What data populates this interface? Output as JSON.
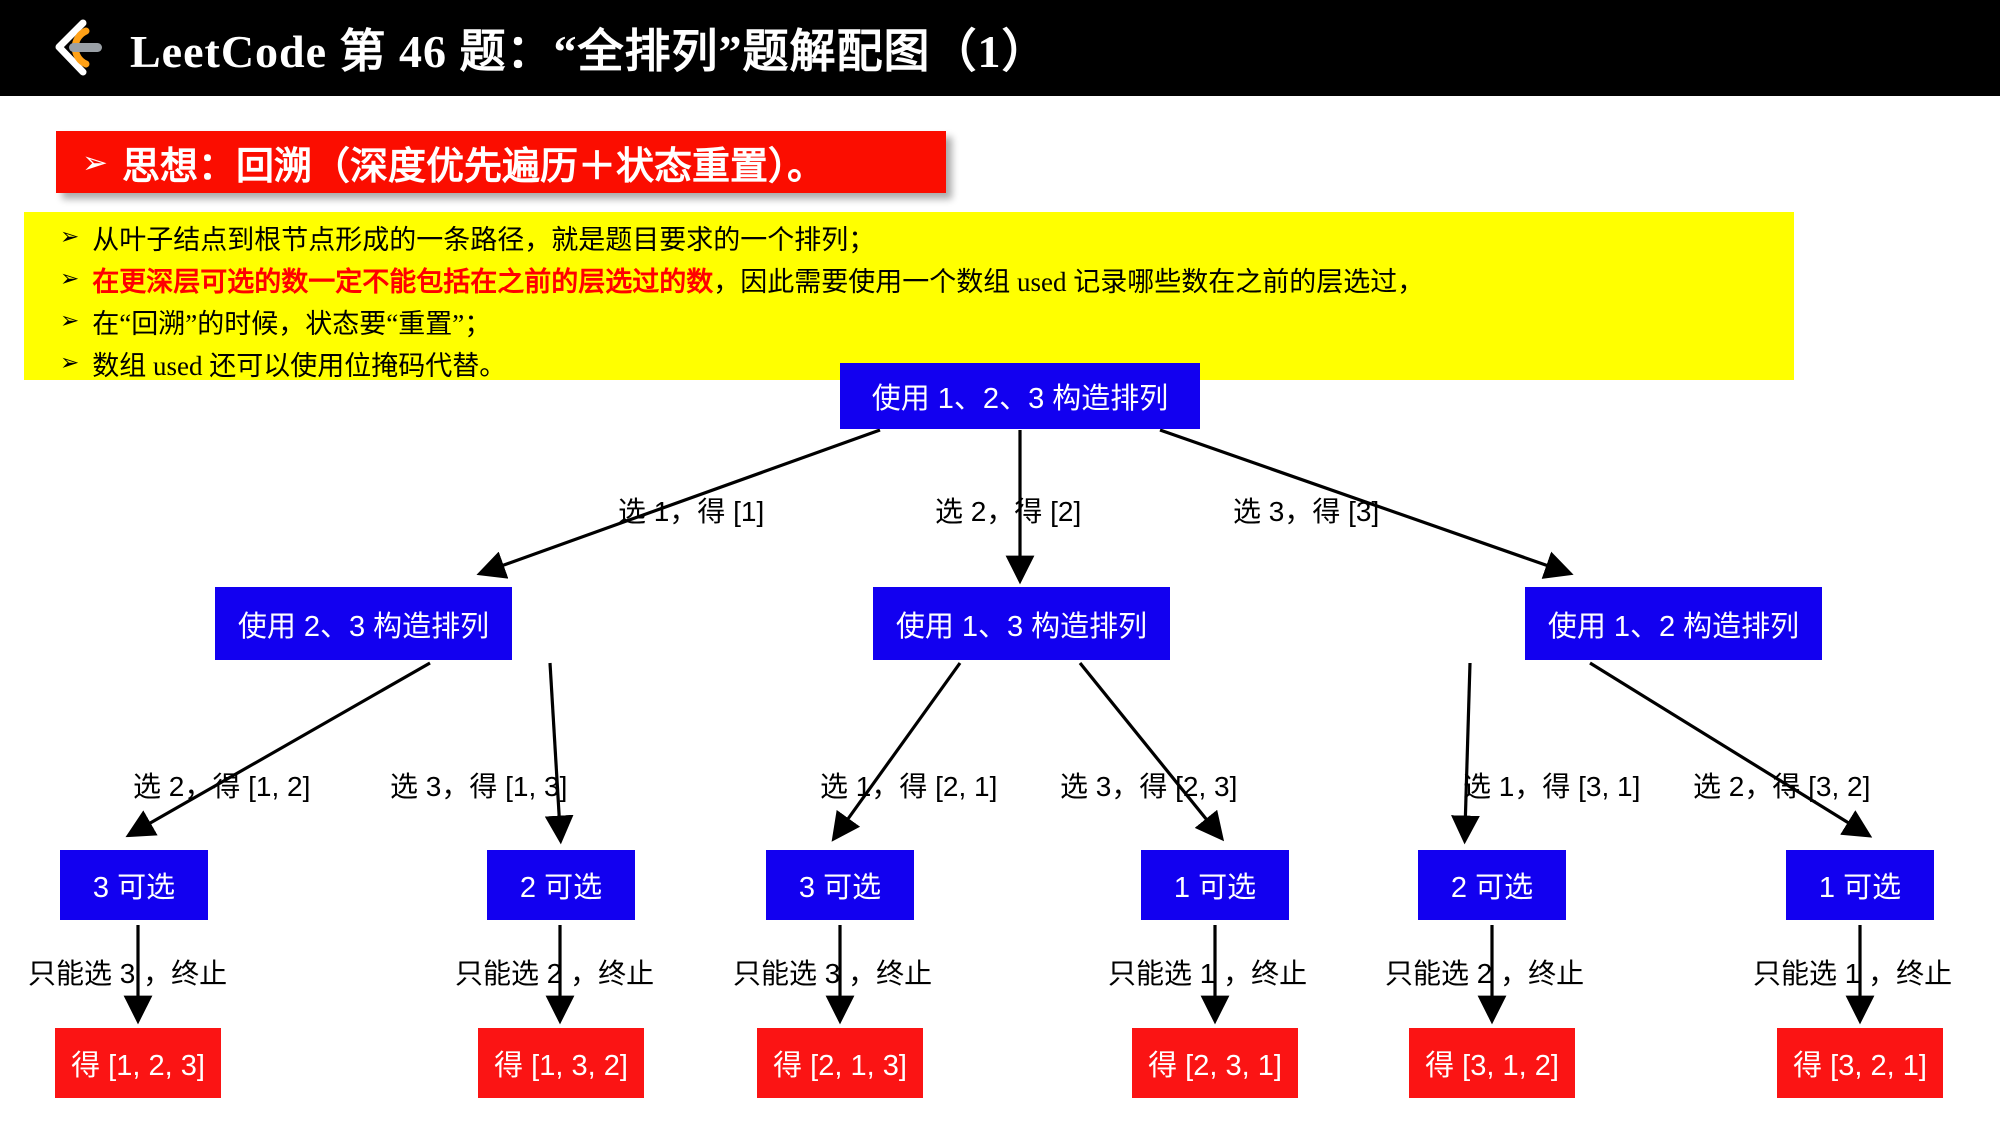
{
  "header": {
    "logo_icon": "leetcode-logo-icon",
    "title": "LeetCode 第 46 题：“全排列”题解配图（1）"
  },
  "banner": {
    "bullet": "➢",
    "text": "思想：回溯（深度优先遍历＋状态重置）。"
  },
  "notes": {
    "bullet": "➢",
    "lines": [
      {
        "text": "从叶子结点到根节点形成的一条路径，就是题目要求的一个排列；",
        "red": "",
        "black": ""
      },
      {
        "text": "",
        "red": "在更深层可选的数一定不能包括在之前的层选过的数",
        "black": "，因此需要使用一个数组 used 记录哪些数在之前的层选过，"
      },
      {
        "text": "在“回溯”的时候，状态要“重置”；",
        "red": "",
        "black": ""
      },
      {
        "text": "数组 used 还可以使用位掩码代替。",
        "red": "",
        "black": ""
      }
    ]
  },
  "tree": {
    "root": {
      "label": "使用 1、2、3 构造排列"
    },
    "level1_edges": [
      {
        "label": "选 1，得 [1]"
      },
      {
        "label": "选 2，得 [2]"
      },
      {
        "label": "选 3，得 [3]"
      }
    ],
    "level2_nodes": [
      {
        "label": "使用 2、3 构造排列"
      },
      {
        "label": "使用 1、3 构造排列"
      },
      {
        "label": "使用 1、2 构造排列"
      }
    ],
    "level2_edges": [
      {
        "label": "选 2，得 [1, 2]"
      },
      {
        "label": "选 3，得 [1, 3]"
      },
      {
        "label": "选 1，得 [2, 1]"
      },
      {
        "label": "选 3，得 [2, 3]"
      },
      {
        "label": "选 1，得 [3, 1]"
      },
      {
        "label": "选 2，得 [3, 2]"
      }
    ],
    "level3_nodes": [
      {
        "label": "3 可选"
      },
      {
        "label": "2 可选"
      },
      {
        "label": "3 可选"
      },
      {
        "label": "1 可选"
      },
      {
        "label": "2 可选"
      },
      {
        "label": "1 可选"
      }
    ],
    "level3_edges": [
      {
        "label": "只能选 3 ，终止"
      },
      {
        "label": "只能选 2 ，终止"
      },
      {
        "label": "只能选 3 ，终止"
      },
      {
        "label": "只能选 1 ，终止"
      },
      {
        "label": "只能选 2 ，终止"
      },
      {
        "label": "只能选 1 ，终止"
      }
    ],
    "leaves": [
      {
        "label": "得 [1, 2, 3]"
      },
      {
        "label": "得 [1, 3, 2]"
      },
      {
        "label": "得 [2, 1, 3]"
      },
      {
        "label": "得 [2, 3, 1]"
      },
      {
        "label": "得 [3, 1, 2]"
      },
      {
        "label": "得 [3, 2, 1]"
      }
    ]
  },
  "colors": {
    "node_blue": "#1200f0",
    "node_red": "#fb1414",
    "banner_red": "#fb0d00",
    "highlight_yellow": "#ffff00",
    "header_black": "#000000",
    "logo_orange": "#ffa116"
  }
}
